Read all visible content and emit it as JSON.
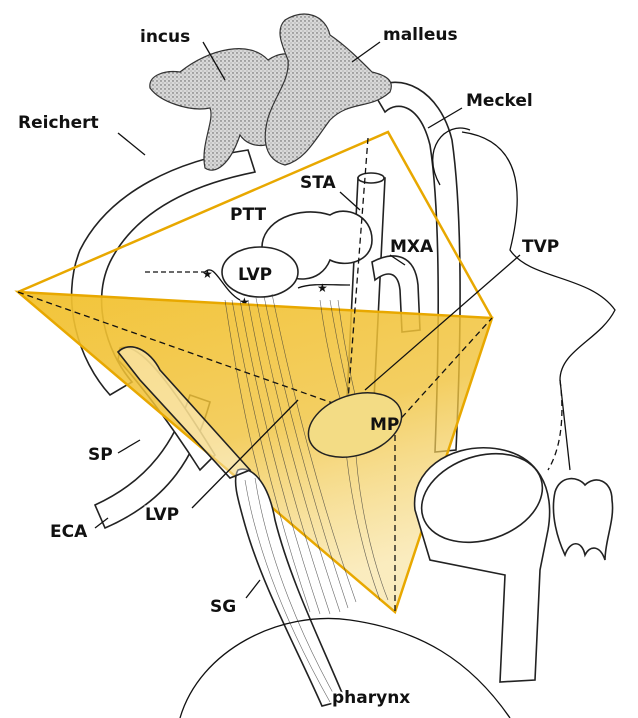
{
  "labels": {
    "incus": "incus",
    "malleus": "malleus",
    "reichert": "Reichert",
    "meckel": "Meckel",
    "sta": "STA",
    "ptt": "PTT",
    "mxa": "MXA",
    "lvp_upper": "LVP",
    "tvp": "TVP",
    "mp": "MP",
    "sp": "SP",
    "eca": "ECA",
    "lvp_lower": "LVP",
    "sg": "SG",
    "pharynx": "pharynx"
  },
  "colors": {
    "triangle_fill": "#f2c12e",
    "triangle_stroke": "#e8a800",
    "ossicle": "#7a7a7a",
    "outline": "#222222"
  }
}
